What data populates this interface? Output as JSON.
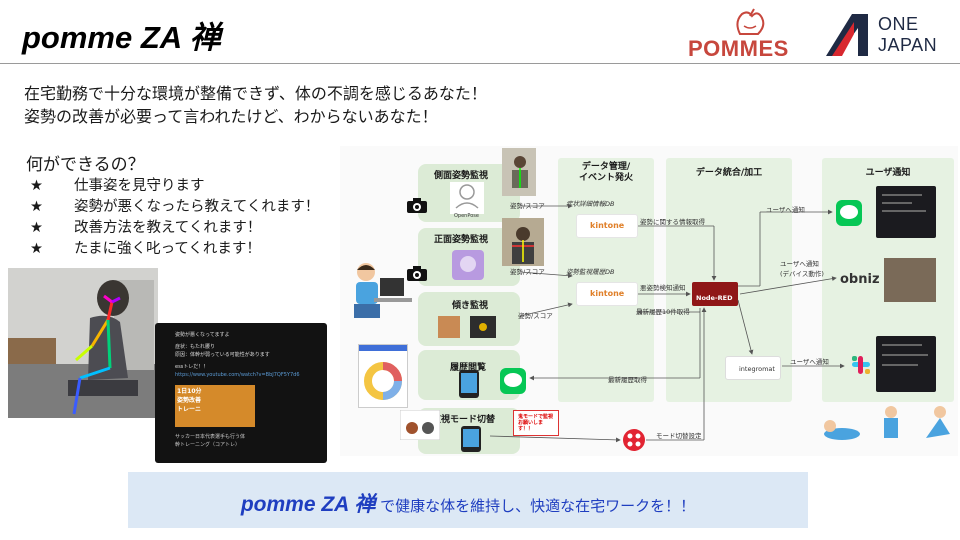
{
  "header": {
    "title": "pomme ZA 禅",
    "logos": {
      "pommes": "POMMES",
      "one": "ONE",
      "japan": "JAPAN"
    }
  },
  "intro": {
    "lines": [
      "在宅勤務で十分な環境が整備できず、体の不調を感じるあなた！",
      "姿勢の改善が必要って言われたけど、わからないあなた！"
    ]
  },
  "features": {
    "title": "何ができるの？",
    "bullet": "★",
    "items": [
      "仕事姿を見守ります",
      "姿勢が悪くなったら教えてくれます！",
      "改善方法を教えてくれます！",
      "たまに強く叱ってくれます！"
    ]
  },
  "phone_message": {
    "lines": [
      "姿勢が悪くなってますよ",
      "症状：もたれ腰り",
      "原因：体幹が弱っている可能性があります",
      "essトレだ！！"
    ],
    "link": "https://www.youtube.com/watch?v=BbJ7QF5Y7d6",
    "thumb_lines": [
      "1日10分",
      "姿勢改善",
      "トレーニ"
    ],
    "caption_lines": [
      "サッカー日本代表選手も行う体",
      "幹トレーニング（コアトレ）"
    ]
  },
  "diagram": {
    "columns": {
      "data_mgmt": [
        "データ管理/",
        "イベント発火"
      ],
      "integration": "データ統合/加工",
      "notify": "ユーザ通知"
    },
    "rows": {
      "side": "側面姿勢監視",
      "front": "正面姿勢監視",
      "tilt": "傾き監視",
      "history": "履歴閲覧",
      "mode": "監視モード切替"
    },
    "labels": {
      "openpose": "OpenPose",
      "posture_score": "姿勢/スコア",
      "symptom_db": "症状詳細情報DB",
      "history_db": "姿勢監視履歴DB",
      "posture_info": "姿勢に関する情報取得",
      "bad_posture": "悪姿勢検知通知",
      "latest10": "最新履歴10件取得",
      "latest": "最新履歴取得",
      "mode_set": "モード切替設定",
      "user_notify": "ユーザへ通知",
      "device": "(デバイス動作)",
      "kintone": "kintone",
      "node_red": "Node-RED",
      "integromat": "integromat",
      "obniz": "obniz",
      "line": "LINE",
      "mode_badge": "鬼モードで監視お願いします！！"
    }
  },
  "banner": {
    "brand": "pomme ZA 禅",
    "text": " で健康な体を維持し、快適な在宅ワークを！！"
  },
  "colors": {
    "banner_bg": "#dce8f5",
    "banner_text": "#1f3ec0",
    "pommes_red": "#c7473d",
    "onejapan_navy": "#1f2a44",
    "diagram_green": "#e6f2e2",
    "kintone_orange": "#e0802a",
    "node_red": "#8f1717",
    "line_green": "#06c755"
  }
}
